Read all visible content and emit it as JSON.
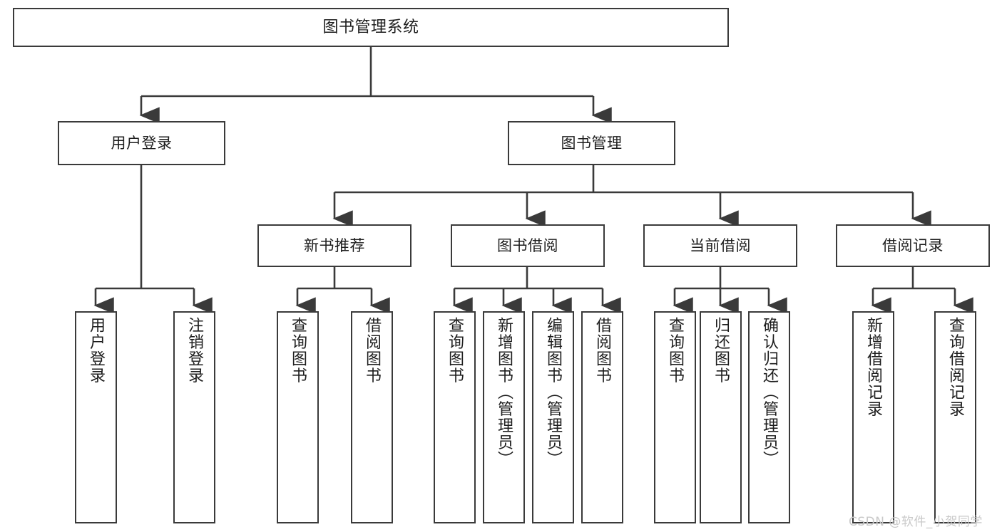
{
  "diagram": {
    "title": "图书管理系统",
    "type": "tree-hierarchy-functional-structure",
    "colors": {
      "box_border": "#3a3a3a",
      "box_fill": "#ffffff",
      "connector": "#3a3a3a",
      "text": "#1d1d1d",
      "watermark": "#c9c9c9",
      "background": "#ffffff"
    },
    "root": {
      "label": "图书管理系统",
      "orientation": "horizontal"
    },
    "level2": [
      {
        "label": "用户登录",
        "orientation": "horizontal"
      },
      {
        "label": "图书管理",
        "orientation": "horizontal"
      }
    ],
    "level3": [
      {
        "label": "新书推荐",
        "orientation": "horizontal",
        "parent": "图书管理"
      },
      {
        "label": "图书借阅",
        "orientation": "horizontal",
        "parent": "图书管理"
      },
      {
        "label": "当前借阅",
        "orientation": "horizontal",
        "parent": "图书管理"
      },
      {
        "label": "借阅记录",
        "orientation": "horizontal",
        "parent": "图书管理"
      }
    ],
    "leaves": {
      "user_login": [
        {
          "label": "用户登录",
          "orientation": "vertical"
        },
        {
          "label": "注销登录",
          "orientation": "vertical"
        }
      ],
      "new_book_recommend": [
        {
          "label": "查询图书",
          "orientation": "vertical"
        },
        {
          "label": "借阅图书",
          "orientation": "vertical"
        }
      ],
      "book_borrow": [
        {
          "label": "查询图书",
          "orientation": "vertical"
        },
        {
          "label": "新增图书（管理员）",
          "orientation": "vertical"
        },
        {
          "label": "编辑图书（管理员）",
          "orientation": "vertical"
        },
        {
          "label": "借阅图书",
          "orientation": "vertical"
        }
      ],
      "current_borrow": [
        {
          "label": "查询图书",
          "orientation": "vertical"
        },
        {
          "label": "归还图书",
          "orientation": "vertical"
        },
        {
          "label": "确认归还（管理员）",
          "orientation": "vertical"
        }
      ],
      "borrow_record": [
        {
          "label": "新增借阅记录",
          "orientation": "vertical"
        },
        {
          "label": "查询借阅记录",
          "orientation": "vertical"
        }
      ]
    },
    "watermark": "CSDN @软件_小贺同学"
  }
}
